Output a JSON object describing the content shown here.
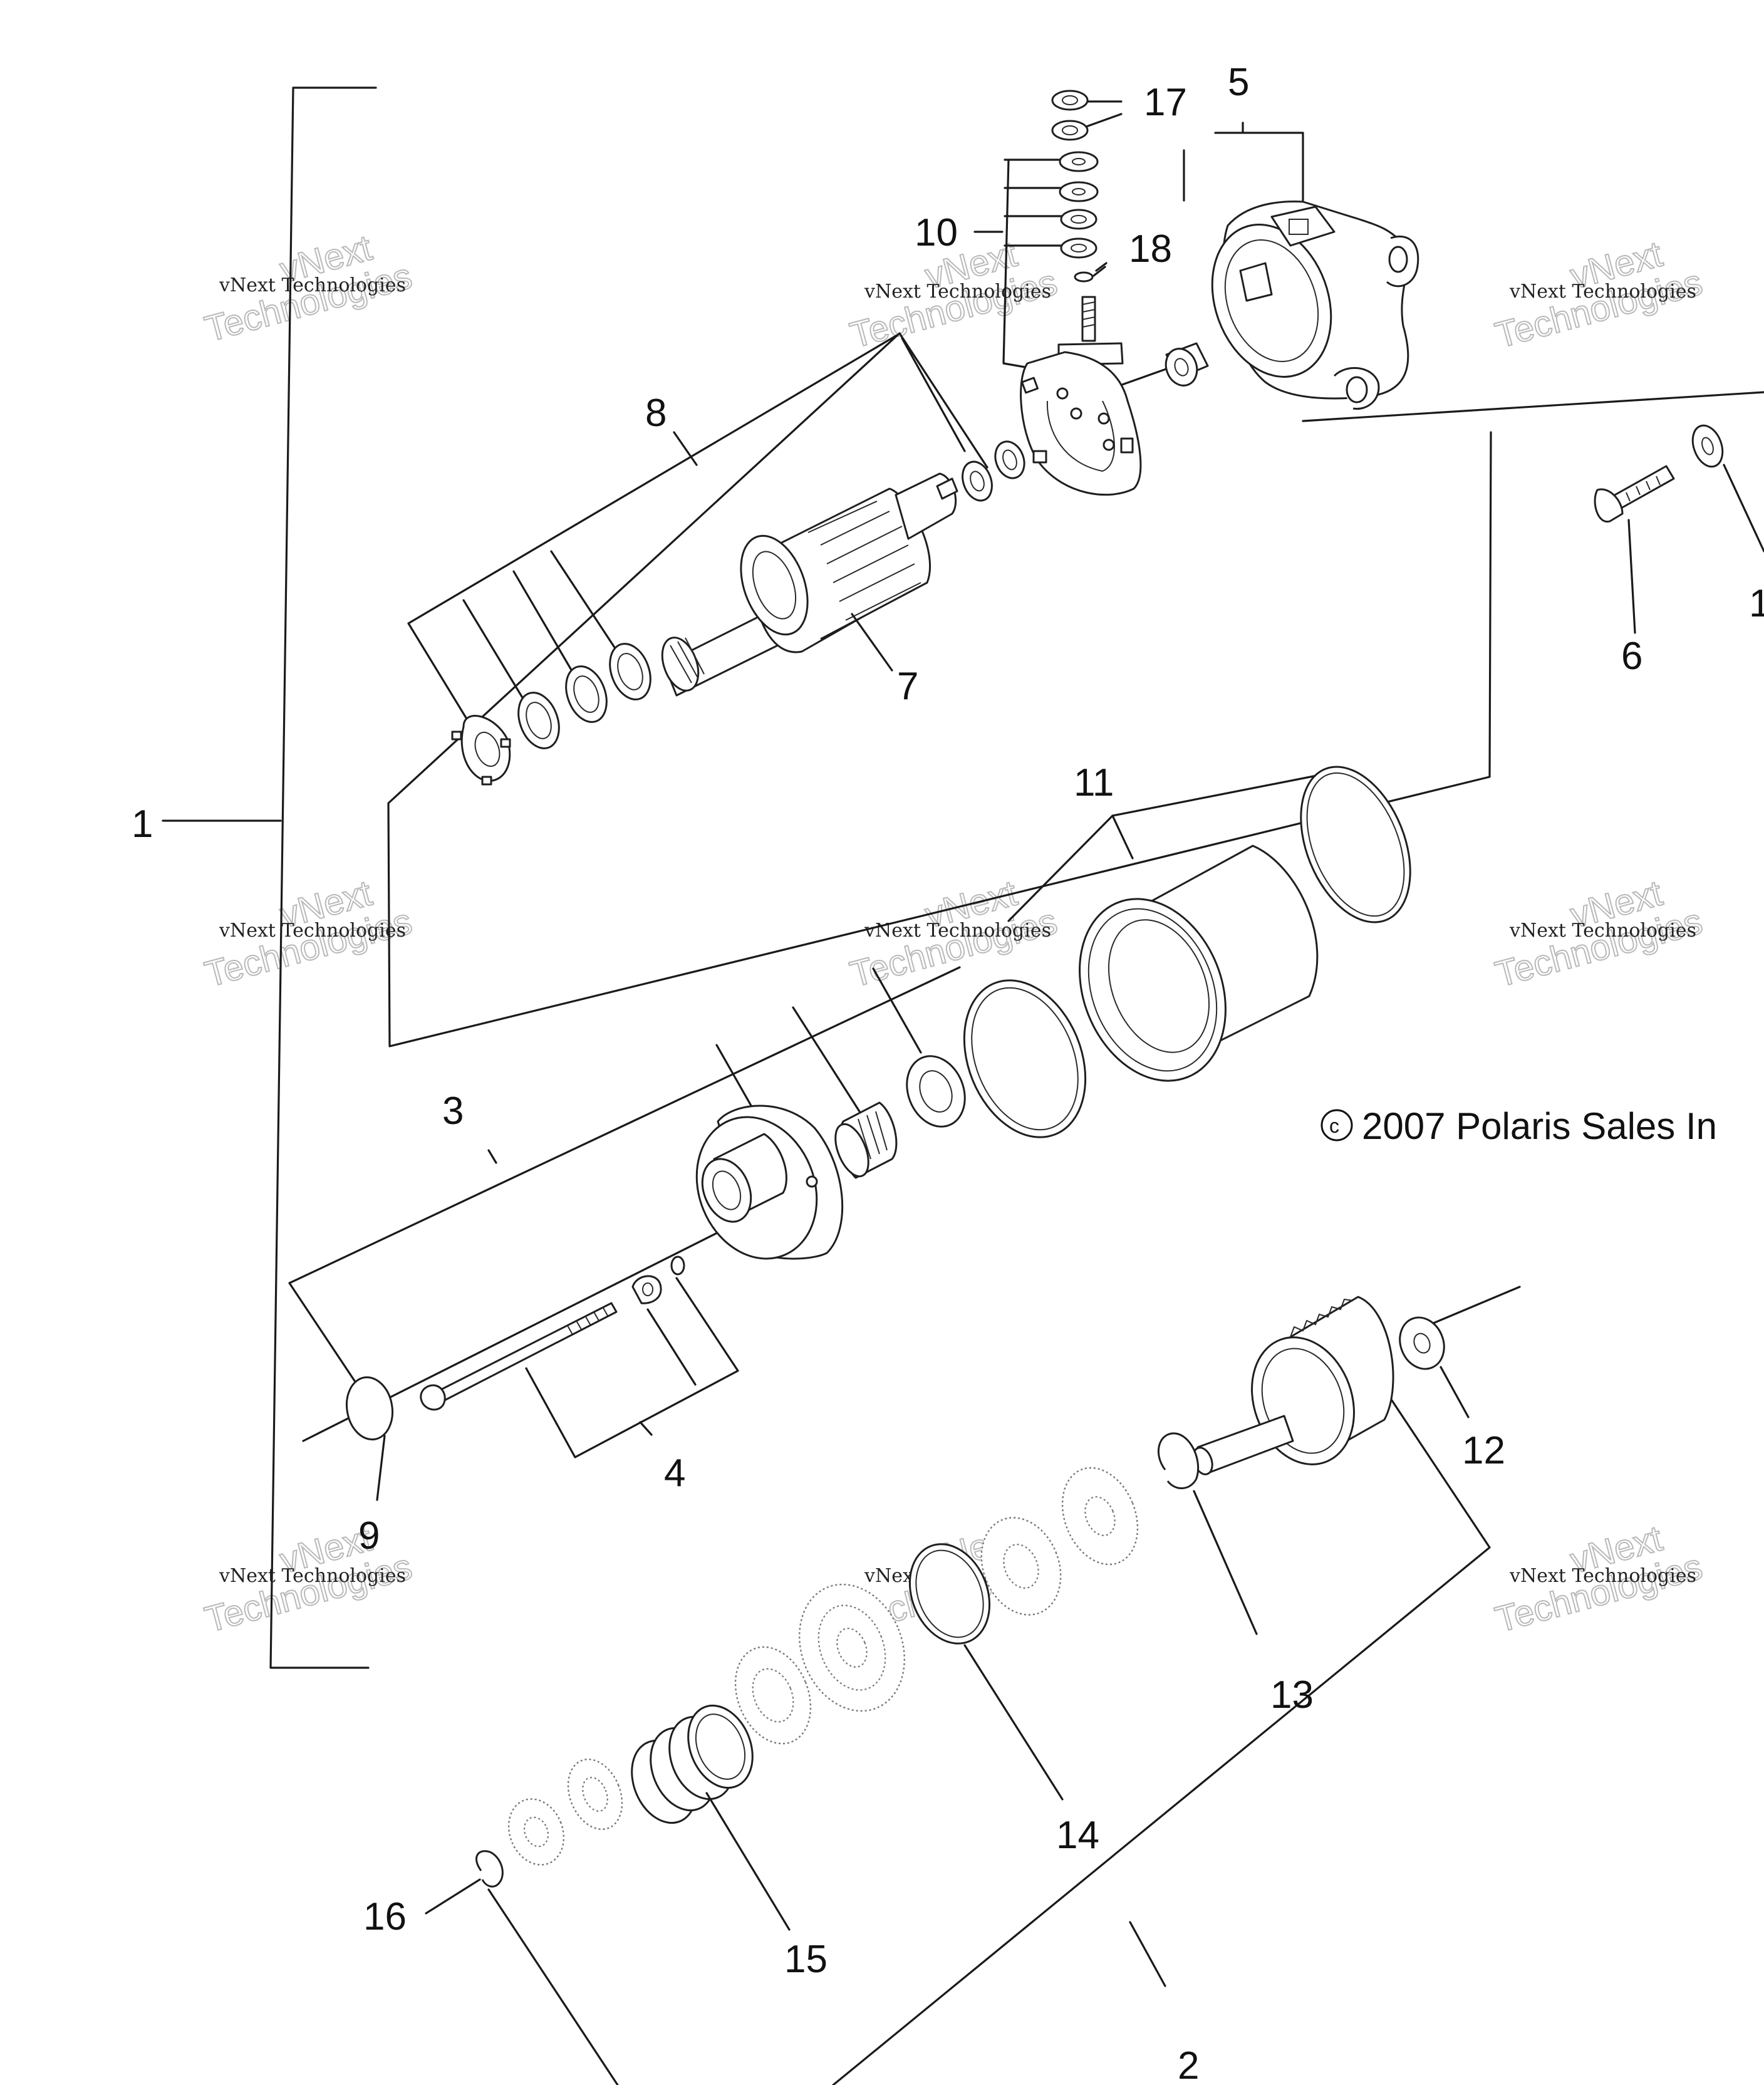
{
  "diagram": {
    "callouts": [
      {
        "id": "1",
        "label": "1"
      },
      {
        "id": "2",
        "label": "2"
      },
      {
        "id": "3",
        "label": "3"
      },
      {
        "id": "4",
        "label": "4"
      },
      {
        "id": "5",
        "label": "5"
      },
      {
        "id": "6",
        "label": "6"
      },
      {
        "id": "7",
        "label": "7"
      },
      {
        "id": "8",
        "label": "8"
      },
      {
        "id": "9",
        "label": "9"
      },
      {
        "id": "10",
        "label": "10"
      },
      {
        "id": "11",
        "label": "11"
      },
      {
        "id": "12",
        "label": "12"
      },
      {
        "id": "13",
        "label": "13"
      },
      {
        "id": "14",
        "label": "14"
      },
      {
        "id": "15",
        "label": "15"
      },
      {
        "id": "16",
        "label": "16"
      },
      {
        "id": "17",
        "label": "17"
      },
      {
        "id": "18",
        "label": "18"
      },
      {
        "id": "19",
        "label": "1"
      }
    ],
    "copyright": "2007 Polaris Sales In",
    "copyright_symbol": "c",
    "watermark": {
      "line1": "vNext Technologies",
      "line2": "vNext",
      "line3": "Technologies"
    }
  }
}
